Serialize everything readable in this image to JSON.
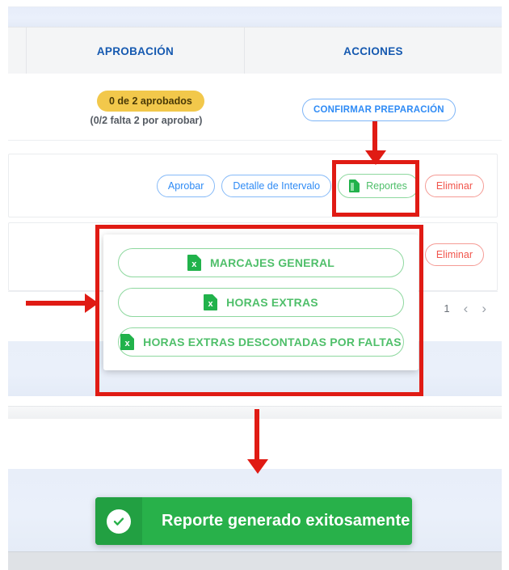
{
  "table": {
    "headers": {
      "aprobacion": "APROBACIÓN",
      "acciones": "ACCIONES"
    }
  },
  "approval_cell": {
    "badge_label": "0 de 2 aprobados",
    "badge_color": "#f2c84b",
    "sub_label": "(0/2 falta 2 por aprobar)"
  },
  "actions_cell": {
    "confirm_button": "CONFIRMAR PREPARACIÓN",
    "buttons": [
      {
        "label": "Aprobar",
        "style": "blue",
        "icon": ""
      },
      {
        "label": "Detalle de Intervalo",
        "style": "blue",
        "icon": ""
      },
      {
        "label": "Reportes",
        "style": "green",
        "icon": "document-green-icon"
      },
      {
        "label": "Eliminar",
        "style": "red",
        "icon": ""
      }
    ],
    "row2_delete": "Eliminar"
  },
  "reports_dropdown": {
    "items": [
      {
        "label": "MARCAJES GENERAL",
        "icon": "excel-icon",
        "letter": "x"
      },
      {
        "label": "HORAS EXTRAS",
        "icon": "excel-icon",
        "letter": "x"
      },
      {
        "label": "HORAS EXTRAS DESCONTADAS POR FALTAS",
        "icon": "excel-icon",
        "letter": "x"
      }
    ]
  },
  "pagination": {
    "current_page": "1",
    "prev": "‹",
    "next": "›"
  },
  "toast": {
    "message": "Reporte generado exitosamente",
    "icon": "check-circle-icon",
    "background": "#28b14a"
  },
  "annotations": {
    "color": "#e01b14",
    "highlight_reportes_button": "Reportes",
    "highlight_reports_menu": "reports menu",
    "arrows": 3
  }
}
